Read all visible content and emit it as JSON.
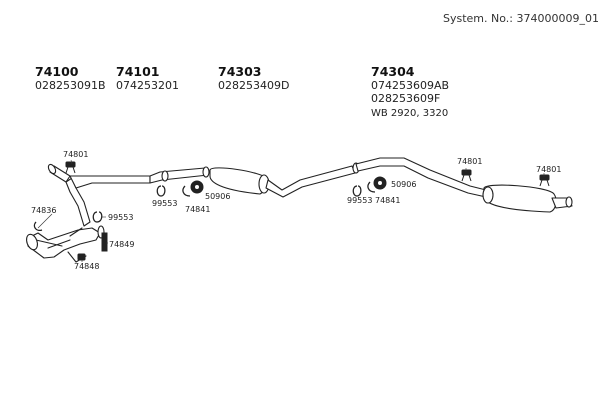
{
  "system": {
    "label": "System. No.: 374000009_01"
  },
  "parts": [
    {
      "number": "74100",
      "refs": [
        "028253091B"
      ]
    },
    {
      "number": "74101",
      "refs": [
        "074253201"
      ]
    },
    {
      "number": "74303",
      "refs": [
        "028253409D"
      ]
    },
    {
      "number": "74304",
      "refs": [
        "074253609AB",
        "028253609F"
      ],
      "note": "WB 2920, 3320"
    }
  ],
  "callouts": {
    "c74801a": "74801",
    "c74836": "74836",
    "c99553a": "99553",
    "c74849": "74849",
    "c74848": "74848",
    "c99553b": "99553",
    "c74841a": "74841",
    "c50906a": "50906",
    "c99553c": "99553",
    "c74841b": "74841",
    "c50906b": "50906",
    "c74801b": "74801",
    "c74801c": "74801"
  }
}
